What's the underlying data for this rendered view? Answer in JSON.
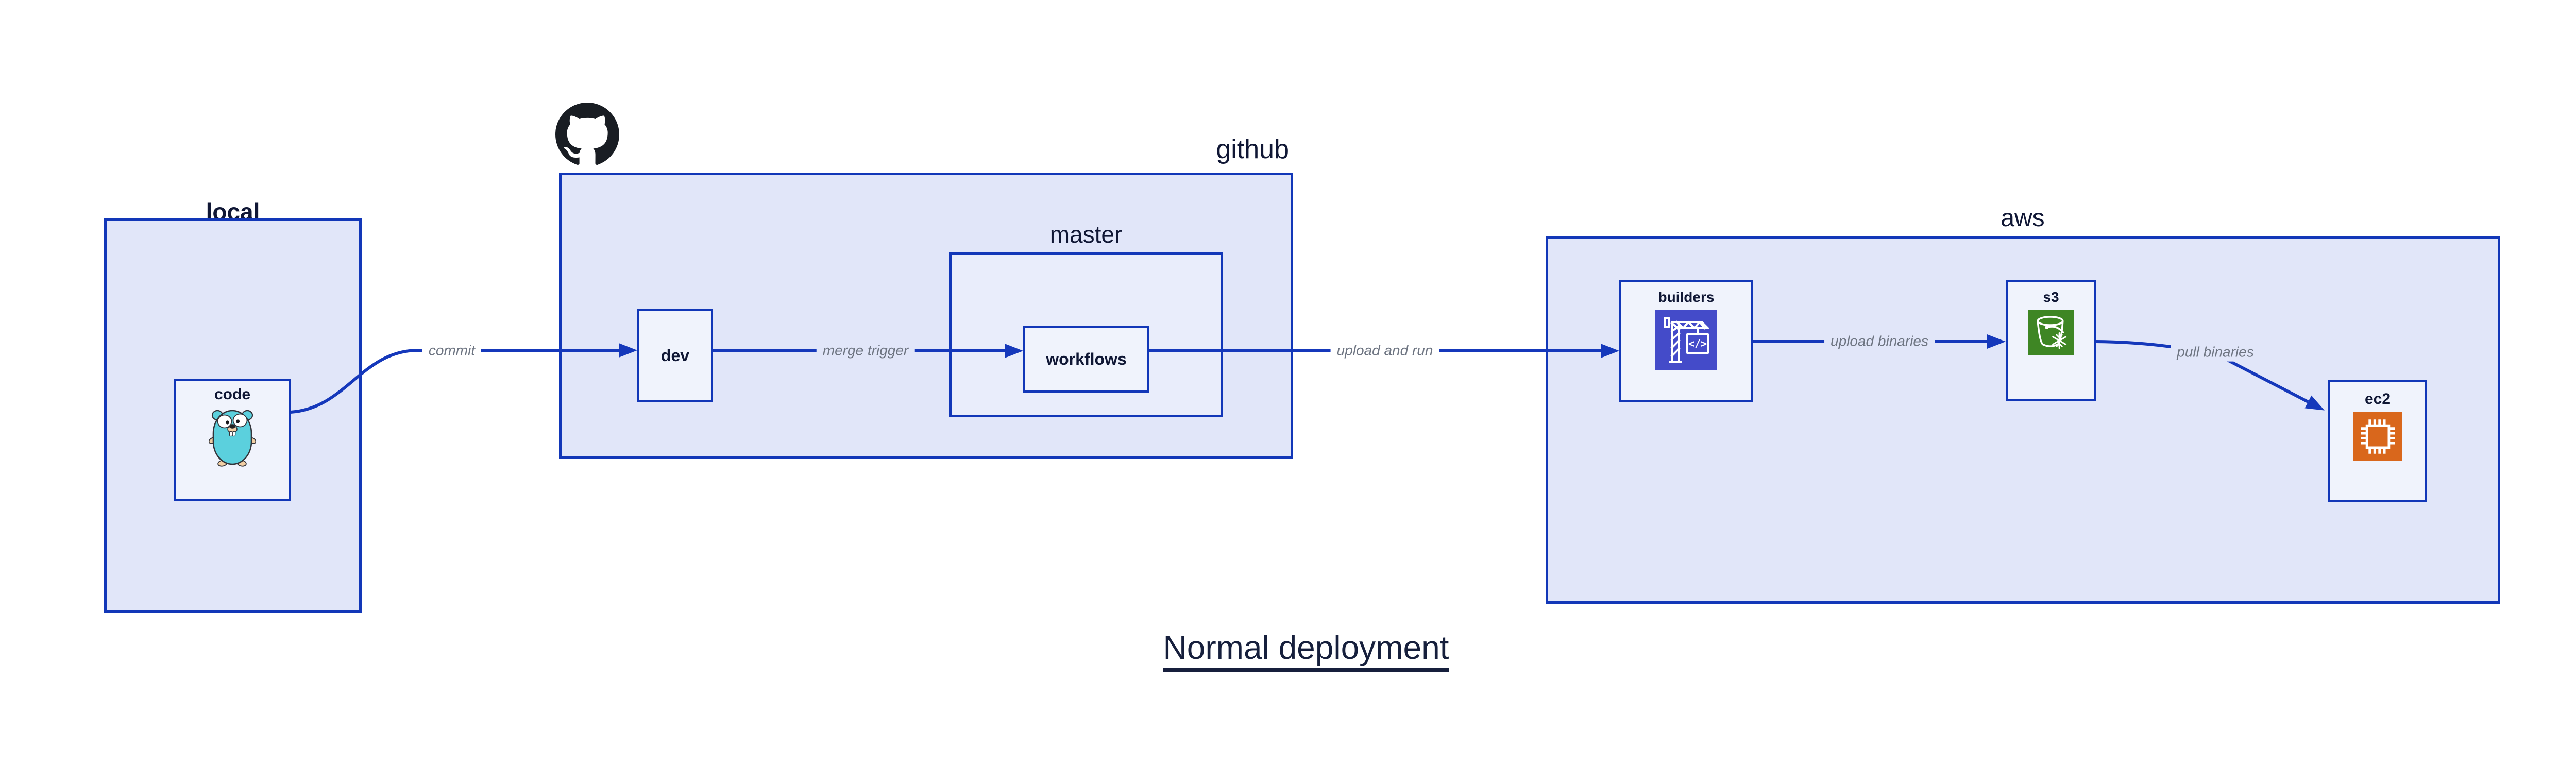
{
  "title": "Normal deployment",
  "containers": {
    "local": {
      "label": "local"
    },
    "github": {
      "label": "github"
    },
    "master": {
      "label": "master"
    },
    "aws": {
      "label": "aws"
    }
  },
  "nodes": {
    "code": {
      "label": "code",
      "icon": "go-gopher"
    },
    "dev": {
      "label": "dev"
    },
    "workflows": {
      "label": "workflows"
    },
    "builders": {
      "label": "builders",
      "icon": "aws-codebuild"
    },
    "s3": {
      "label": "s3",
      "icon": "aws-s3-glacier"
    },
    "ec2": {
      "label": "ec2",
      "icon": "aws-ec2-chip"
    }
  },
  "edges": [
    {
      "from": "code",
      "to": "dev",
      "label": "commit"
    },
    {
      "from": "dev",
      "to": "workflows",
      "label": "merge trigger"
    },
    {
      "from": "workflows",
      "to": "builders",
      "label": "upload and run"
    },
    {
      "from": "builders",
      "to": "s3",
      "label": "upload binaries"
    },
    {
      "from": "s3",
      "to": "ec2",
      "label": "pull binaries"
    }
  ],
  "logos": {
    "github": "octocat-mark"
  },
  "colors": {
    "border-blue": "#1237b8",
    "arrow-blue": "#1538bb",
    "container-fill": "#e1e6f9",
    "master-fill": "#e9edfb",
    "node-fill": "#f0f3fc",
    "navy": "#101735",
    "gray": "#6e7582",
    "codebuild": "#444bc9",
    "glacier": "#3e8624",
    "ec2-orange": "#d9671c",
    "gopher": "#5bd0dd",
    "octocat": "#191d23"
  }
}
